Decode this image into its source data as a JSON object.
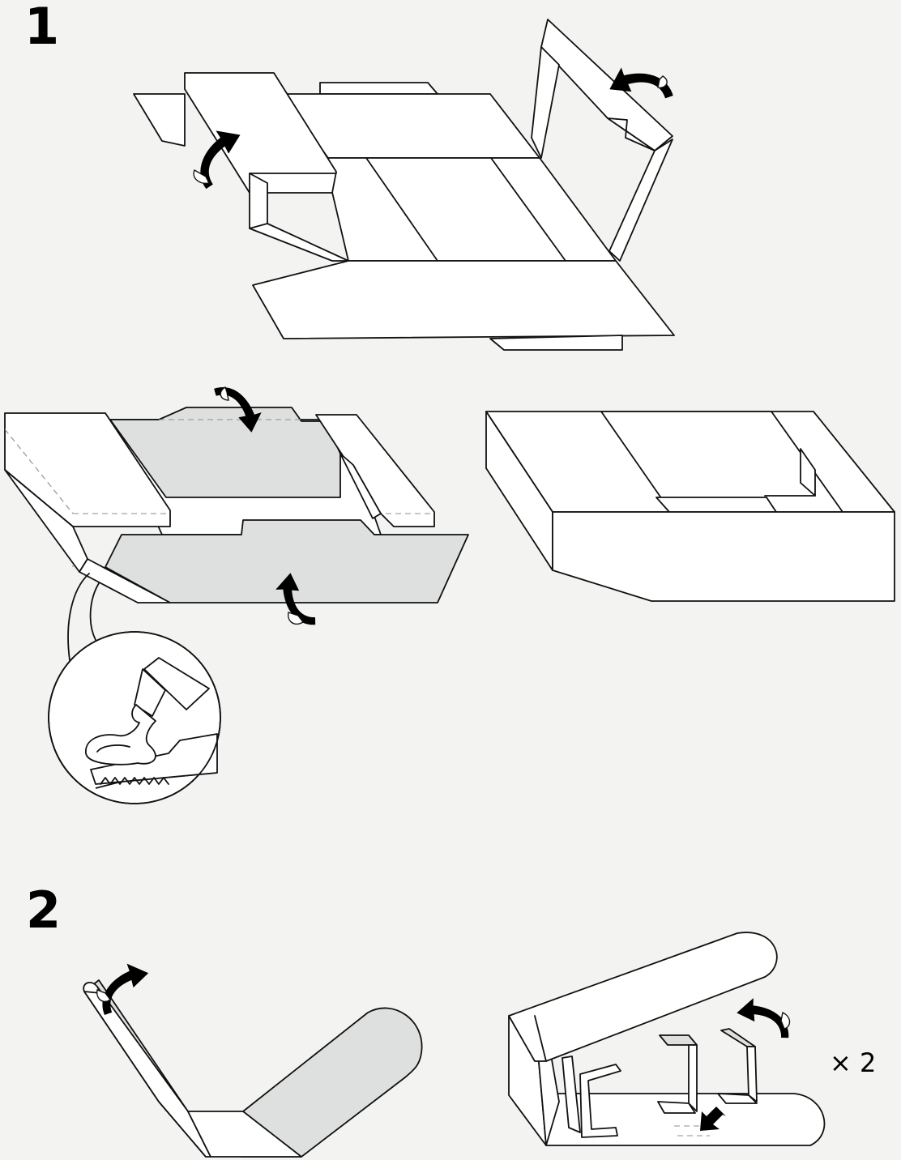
{
  "steps": [
    {
      "number": "1"
    },
    {
      "number": "2"
    }
  ],
  "multiplier": "× 2",
  "colors": {
    "background": "#f3f3f1",
    "outline": "#111111",
    "shaded_panel": "#dedfdf",
    "arrow": "#000000"
  },
  "icons": [
    "curved-fold-arrow",
    "glue-tube-icon",
    "straight-push-arrow"
  ]
}
